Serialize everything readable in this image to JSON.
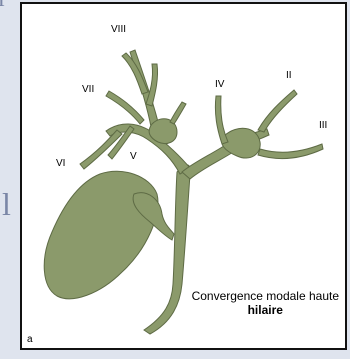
{
  "edge_text": {
    "top": "ı",
    "left": "l"
  },
  "colors": {
    "tissue": "#8b9a6b",
    "tissue_edge": "#5e6b45",
    "background": "#ffffff"
  },
  "segment_labels": {
    "VIII": "VIII",
    "VII": "VII",
    "VI": "VI",
    "V": "V",
    "IV": "IV",
    "II": "II",
    "III": "III"
  },
  "caption": {
    "line1": "Convergence modale haute",
    "line2": "hilaire"
  },
  "panel_letter": "a"
}
